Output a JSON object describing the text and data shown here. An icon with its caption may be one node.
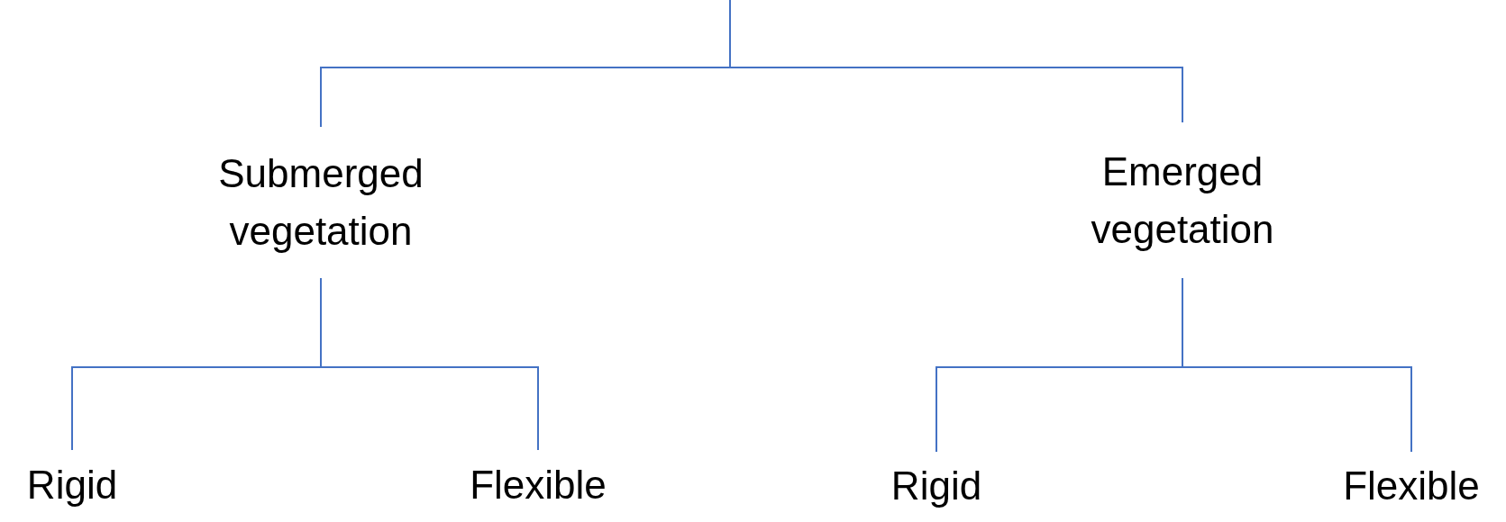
{
  "diagram": {
    "nodes": [
      {
        "text": [
          "Submerged vegetation"
        ]
      },
      {
        "text": [
          "Emerged vegetation"
        ]
      },
      {
        "text": [
          "Rigid"
        ]
      },
      {
        "text": [
          "Flexible"
        ]
      },
      {
        "text": [
          "Rigid"
        ]
      },
      {
        "text": [
          "Flexible"
        ]
      }
    ],
    "edges": [
      {
        "from": null,
        "to": 0,
        "arrow": "none"
      },
      {
        "from": null,
        "to": 1,
        "arrow": "none"
      },
      {
        "from": 0,
        "to": 2,
        "arrow": "none"
      },
      {
        "from": 0,
        "to": 3,
        "arrow": "none"
      },
      {
        "from": 1,
        "to": 4,
        "arrow": "none"
      },
      {
        "from": 1,
        "to": 5,
        "arrow": "none"
      }
    ]
  }
}
